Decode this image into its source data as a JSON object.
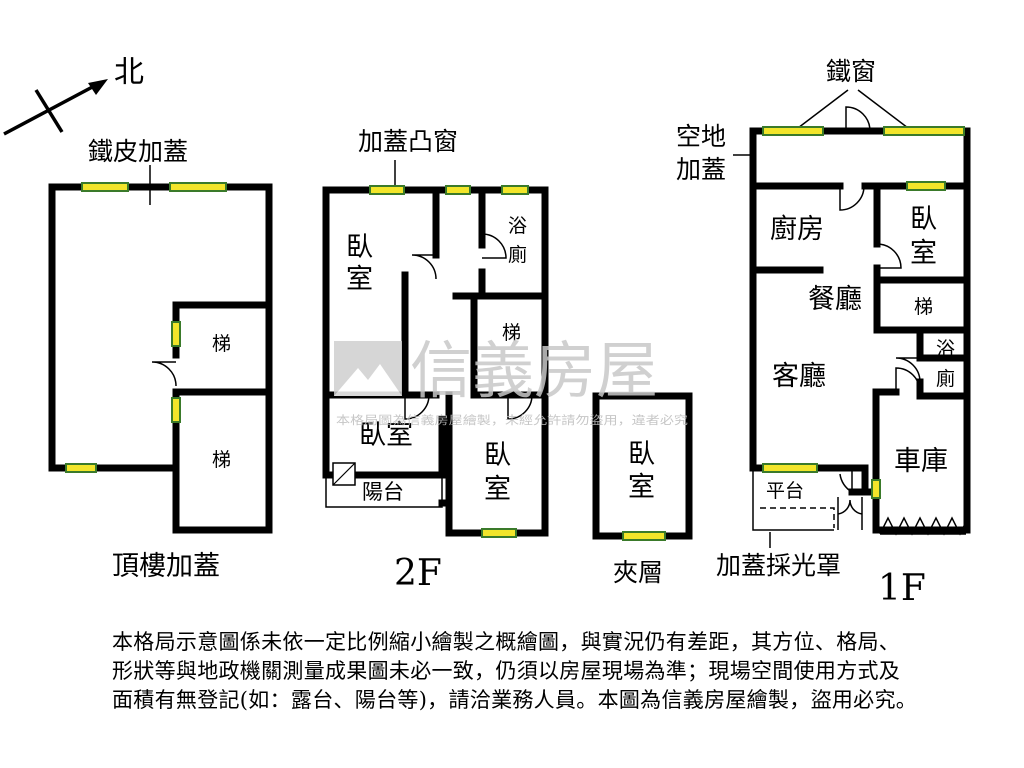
{
  "compass": {
    "north_label": "北"
  },
  "roof": {
    "title": "頂樓加蓋",
    "note": "鐵皮加蓋",
    "stair_upper": "梯",
    "stair_lower": "梯"
  },
  "floor2": {
    "title": "2F",
    "note": "加蓋凸窗",
    "bedroom_a_1": "臥",
    "bedroom_a_2": "室",
    "bath_1": "浴",
    "bath_2": "廁",
    "stair": "梯",
    "bedroom_b": "臥室",
    "balcony": "陽台",
    "bedroom_c_1": "臥",
    "bedroom_c_2": "室"
  },
  "mezzanine": {
    "title": "夾層",
    "bedroom_1": "臥",
    "bedroom_2": "室"
  },
  "floor1": {
    "title": "1F",
    "iron_window": "鐵窗",
    "vacant_1": "空地",
    "vacant_2": "加蓋",
    "kitchen": "廚房",
    "bedroom_1": "臥",
    "bedroom_2": "室",
    "dining": "餐廳",
    "stair": "梯",
    "bath_1": "浴",
    "bath_2": "廁",
    "living": "客廳",
    "garage": "車庫",
    "platform": "平台",
    "skylight": "加蓋採光罩"
  },
  "watermark": {
    "brand": "信義房屋",
    "line": "本格局圖為信義房屋繪製，未經允許請勿盜用，違者必究"
  },
  "disclaimer": {
    "line1": "本格局示意圖係未依一定比例縮小繪製之概繪圖，與實況仍有差距，其方位、格局、",
    "line2": "形狀等與地政機關測量成果圖未必一致，仍須以房屋現場為準；現場空間使用方式及",
    "line3": "面積有無登記(如：露台、陽台等)，請洽業務人員。本圖為信義房屋繪製，盜用必究。"
  },
  "colors": {
    "window_fill": "#f2e52a",
    "window_stroke": "#3a7a2a",
    "wall": "#000000",
    "watermark": "#c8c8c8"
  }
}
